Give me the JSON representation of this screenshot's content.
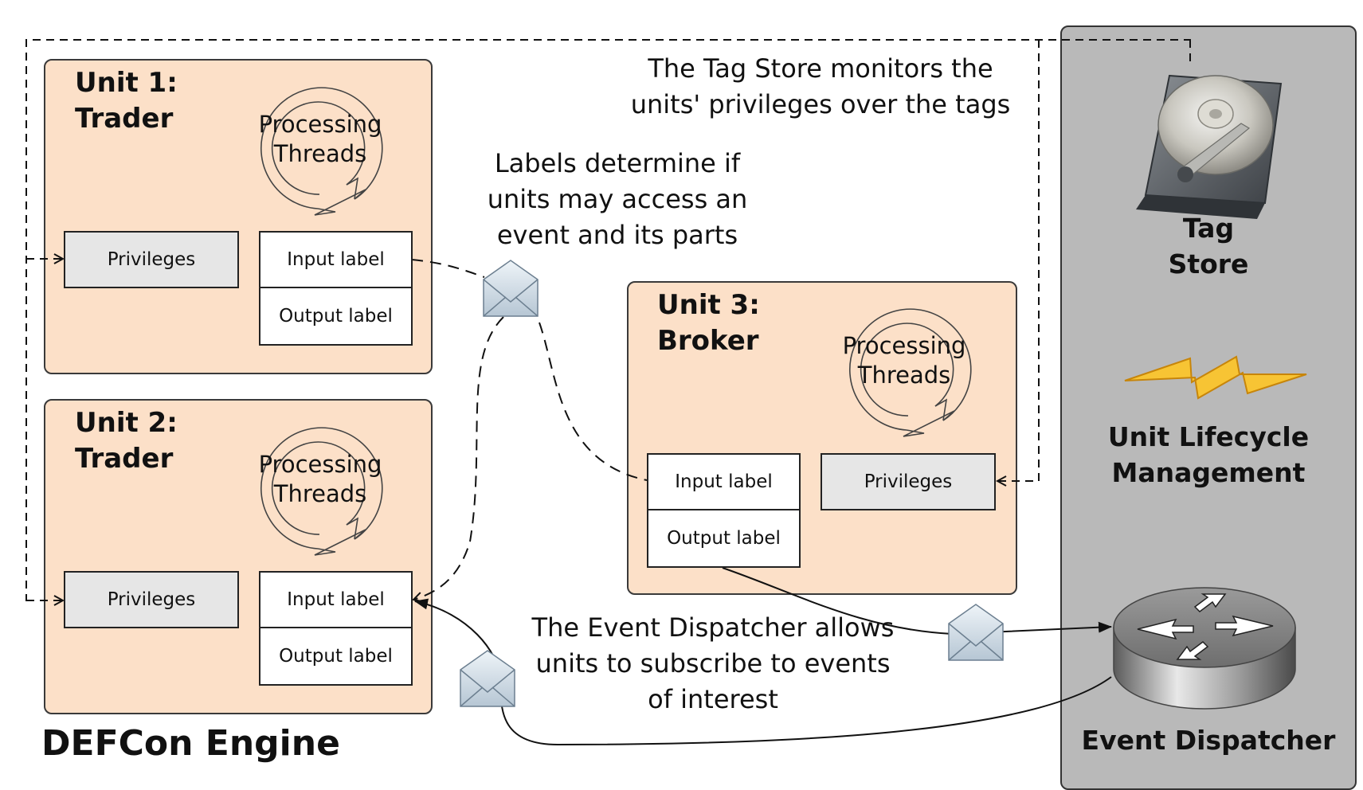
{
  "units": [
    {
      "title_line1": "Unit 1:",
      "title_line2": "Trader",
      "processing_line1": "Processing",
      "processing_line2": "Threads",
      "privileges": "Privileges",
      "input_label": "Input label",
      "output_label": "Output label"
    },
    {
      "title_line1": "Unit 2:",
      "title_line2": "Trader",
      "processing_line1": "Processing",
      "processing_line2": "Threads",
      "privileges": "Privileges",
      "input_label": "Input label",
      "output_label": "Output label"
    },
    {
      "title_line1": "Unit 3:",
      "title_line2": "Broker",
      "processing_line1": "Processing",
      "processing_line2": "Threads",
      "privileges": "Privileges",
      "input_label": "Input label",
      "output_label": "Output label"
    }
  ],
  "notes": {
    "tag_store_monitor_line1": "The Tag Store monitors the",
    "tag_store_monitor_line2": "units' privileges over the tags",
    "labels_line1": "Labels determine if",
    "labels_line2": "units may access an",
    "labels_line3": "event and its parts",
    "dispatcher_line1": "The Event Dispatcher allows",
    "dispatcher_line2": "units to subscribe to events",
    "dispatcher_line3": "of interest"
  },
  "side": {
    "tag_store_line1": "Tag",
    "tag_store_line2": "Store",
    "lifecycle_line1": "Unit Lifecycle",
    "lifecycle_line2": "Management",
    "event_dispatcher": "Event Dispatcher"
  },
  "engine_title": "DEFCon Engine",
  "colors": {
    "unit_fill": "#fce0c8",
    "privileges_fill": "#e6e6e6",
    "side_panel_fill": "#b9b9b9",
    "lightning_fill": "#f7c434"
  },
  "icons": {
    "processing": "circular-arrow-icon",
    "message": "envelope-icon",
    "tag_store": "hard-drive-icon",
    "lifecycle": "lightning-icon",
    "dispatcher": "router-icon"
  }
}
